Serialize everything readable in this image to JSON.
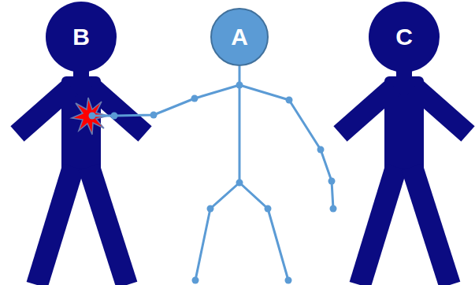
{
  "diagram": {
    "nodes": [
      {
        "text": [
          "B"
        ]
      },
      {
        "text": [
          "A"
        ]
      },
      {
        "text": [
          "C"
        ]
      }
    ]
  }
}
